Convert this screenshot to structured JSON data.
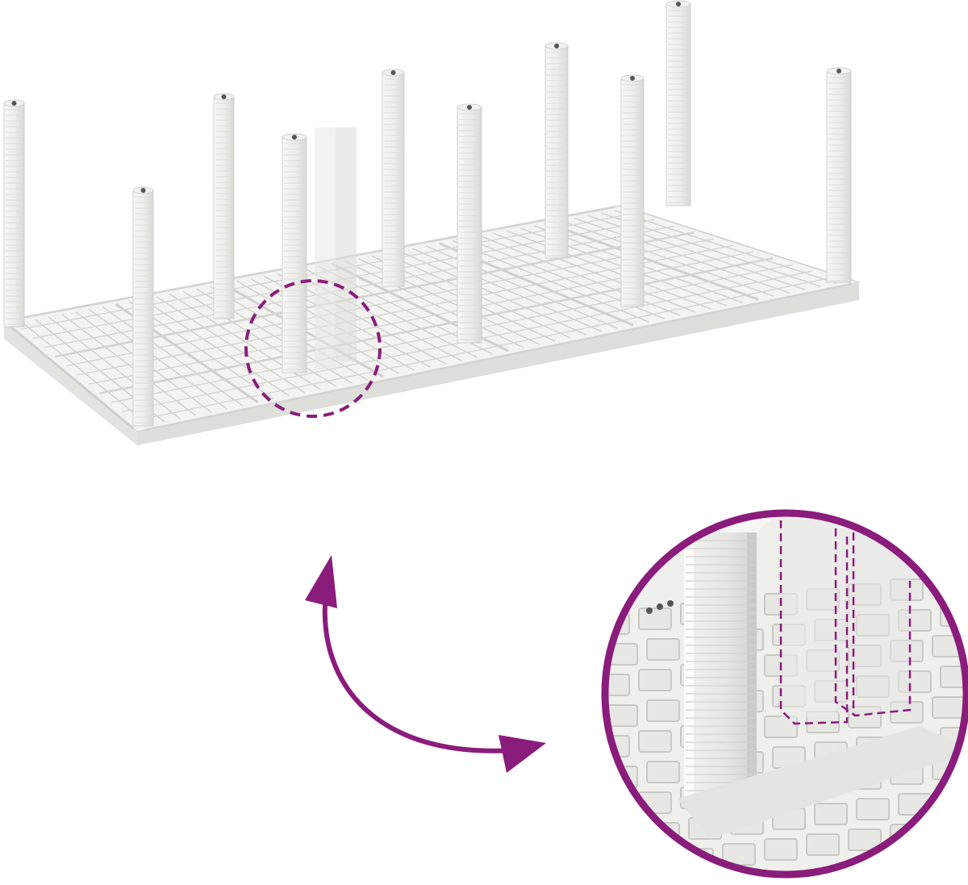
{
  "figure": {
    "subject": "white-grid-base-with-posts",
    "zoom_indicator": "dashed-circle",
    "rotation_indicator": "curved-double-arrow",
    "detail_view": "magnified-circle"
  },
  "colors": {
    "background": "#ffffff",
    "accent": "#8a1c7c",
    "object_light": "#f4f4f2",
    "object_mid": "#e4e4e1",
    "object_shadow": "#cfcfcb",
    "object_line": "#bdbdb8"
  }
}
